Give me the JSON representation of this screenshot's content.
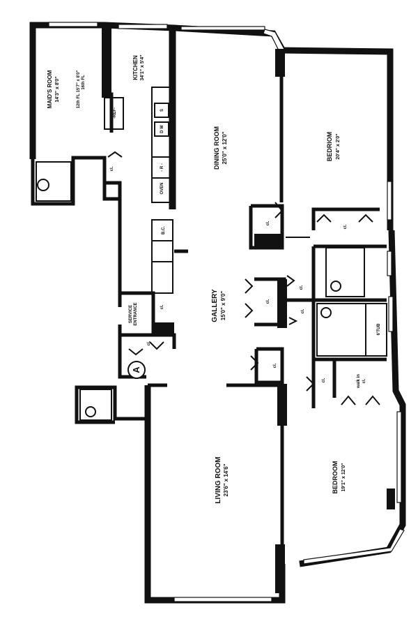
{
  "plan": {
    "rooms": {
      "maids_room": {
        "name": "MAID'S ROOM",
        "size": "14'3\" x 8'0\"",
        "note1": "12th FL 15'7\" x 8'0\"",
        "note2": "16th FL"
      },
      "kitchen": {
        "name": "KITCHEN",
        "size": "34'1\" x 5'4\""
      },
      "dining_room": {
        "name": "DINING ROOM",
        "size": "25'0\" x 12'0\""
      },
      "bedroom_1": {
        "name": "BEDRIOM",
        "size": "20'4\" x 2'0\""
      },
      "gallery": {
        "name": "GALLERY",
        "size": "15'0\" x 9'0\""
      },
      "living_room": {
        "name": "LIVING ROOM",
        "size": "23'6\" x 14'6\""
      },
      "bedroom_2": {
        "name": "BEDROOM",
        "size": "19'1\" x 12'0\""
      }
    },
    "fixtures": {
      "ref": "-REF-",
      "oven": "OVEN",
      "range": "- R -",
      "dw": "D W",
      "sink": "S",
      "bc": "B.C.",
      "tub": "6'TUB",
      "service_entrance": "SERVICE",
      "service_entrance_2": "ENTRANCE",
      "walk_in_1": "walk in",
      "walk_in_2": "cl.",
      "closet": "cl.",
      "marker": "A"
    }
  }
}
